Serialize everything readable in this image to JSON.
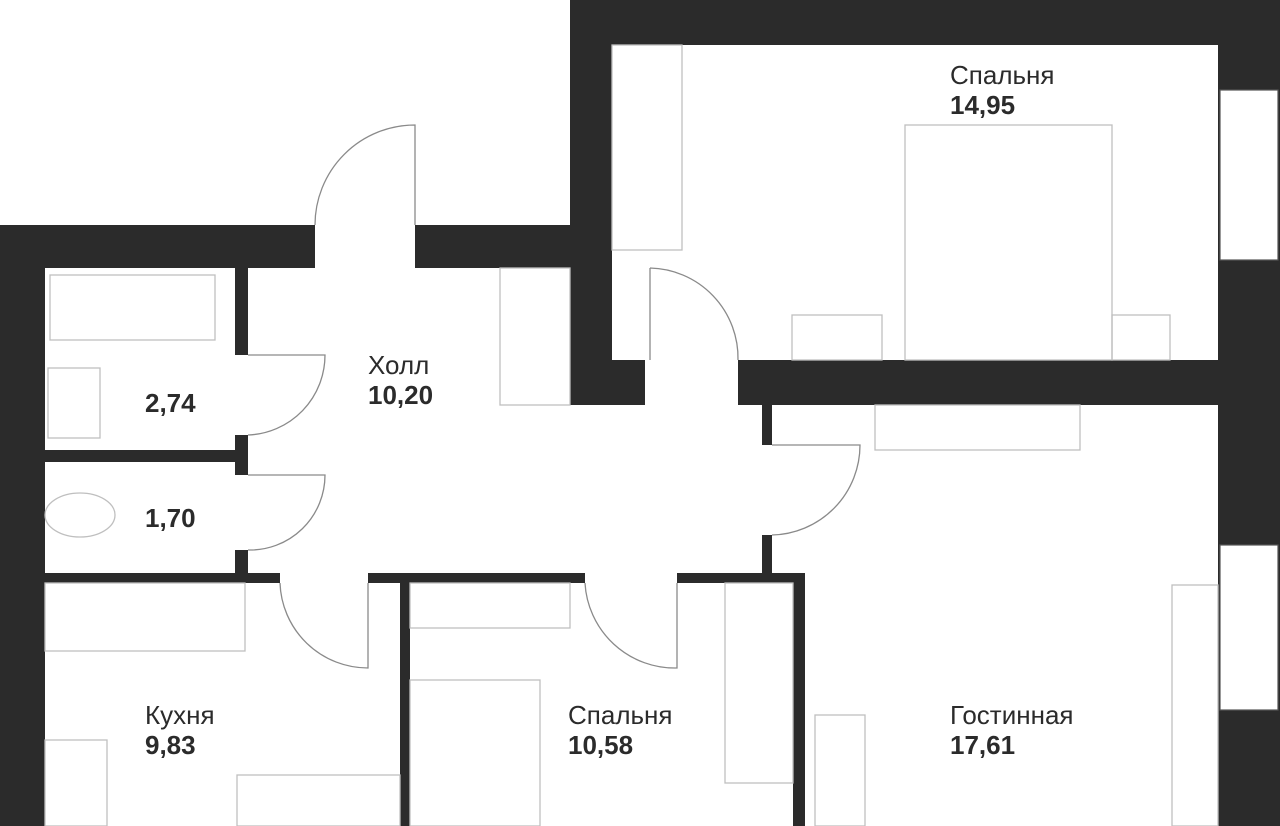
{
  "colors": {
    "wall": "#2b2b2b",
    "furniture": "#bfbfbf",
    "background": "#ffffff"
  },
  "rooms": [
    {
      "name": "Спальня",
      "area": "14,95"
    },
    {
      "name": "Холл",
      "area": "10,20"
    },
    {
      "name": "",
      "area": "2,74"
    },
    {
      "name": "",
      "area": "1,70"
    },
    {
      "name": "Кухня",
      "area": "9,83"
    },
    {
      "name": "Спальня",
      "area": "10,58"
    },
    {
      "name": "Гостинная",
      "area": "17,61"
    }
  ]
}
